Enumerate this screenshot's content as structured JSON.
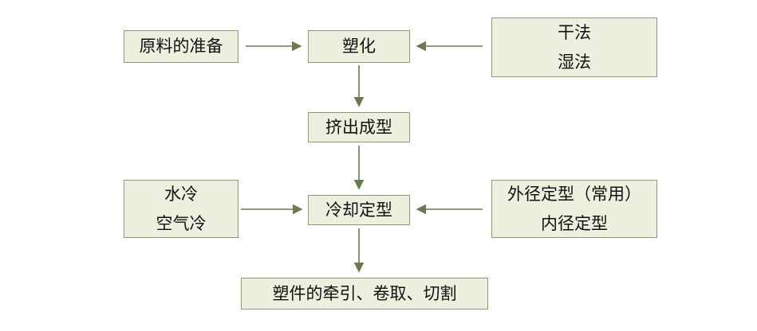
{
  "colors": {
    "box_fill": "#ebf1de",
    "box_border": "#8c9a78",
    "arrow": "#6b7a52"
  },
  "nodes": {
    "raw_material": "原料的准备",
    "plasticizing": "塑化",
    "methods": [
      "干法",
      "湿法"
    ],
    "extrusion": "挤出成型",
    "cooling_methods": [
      "水冷",
      "空气冷"
    ],
    "cooling_setting": "冷却定型",
    "sizing_methods": [
      "外径定型（常用）",
      "内径定型"
    ],
    "final": "塑件的牵引、卷取、切割"
  }
}
